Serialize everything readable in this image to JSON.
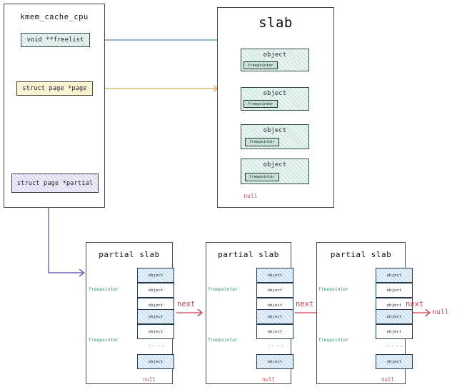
{
  "diagram": {
    "title_hidden": "SLUB allocator: kmem_cache_cpu, slab and partial slab lists",
    "colors": {
      "freelist_arrow": "#3f8fa0",
      "page_arrow": "#d8a94a",
      "partial_arrow": "#6b67b0",
      "next_arrow": "#c93c4c",
      "freepointer_arrow_1": "#4aa07a",
      "freepointer_arrow_2": "#a8b356",
      "null_text": "#c94a5a",
      "freepointer_text": "#2f8f62",
      "object_teal": "#d5eae4",
      "object_blue": "#cfe3f2",
      "object_white": "#fdfdfd",
      "field_freelist": "#d5eae4",
      "field_page": "#f7eec4",
      "field_partial": "#dedcf0",
      "frame_border": "#4a4a4a"
    }
  },
  "kmem_cache_cpu": {
    "title": "kmem_cache_cpu",
    "fields": [
      {
        "label": "void **freelist"
      },
      {
        "label": "struct page *page"
      },
      {
        "label": "struct page *partial"
      }
    ]
  },
  "slab": {
    "title": "slab",
    "objects": [
      {
        "label": "object",
        "freepointer": "freepointer"
      },
      {
        "label": "object",
        "freepointer": "freepointer"
      },
      {
        "label": "object",
        "freepointer": "freepointer"
      },
      {
        "label": "object",
        "freepointer": "freepointer"
      }
    ],
    "terminator": "null"
  },
  "partial_slabs": [
    {
      "title": "partial slab",
      "freepointer_labels": [
        "freepointer",
        "freepointer"
      ],
      "objects": [
        {
          "label": "object",
          "state": "free"
        },
        {
          "label": "object",
          "state": "used"
        },
        {
          "label": "object",
          "state": "used"
        },
        {
          "label": "object",
          "state": "free"
        },
        {
          "label": "object",
          "state": "used"
        }
      ],
      "ellipsis": "....",
      "tail_object": {
        "label": "object",
        "state": "free"
      },
      "terminator": "null",
      "next_label": "next"
    },
    {
      "title": "partial slab",
      "freepointer_labels": [
        "freepointer",
        "freepointer"
      ],
      "objects": [
        {
          "label": "object",
          "state": "free"
        },
        {
          "label": "object",
          "state": "used"
        },
        {
          "label": "object",
          "state": "used"
        },
        {
          "label": "object",
          "state": "free"
        },
        {
          "label": "object",
          "state": "used"
        }
      ],
      "ellipsis": "....",
      "tail_object": {
        "label": "object",
        "state": "free"
      },
      "terminator": "null",
      "next_label": "next"
    },
    {
      "title": "partial slab",
      "freepointer_labels": [
        "freepointer",
        "freepointer"
      ],
      "objects": [
        {
          "label": "object",
          "state": "free"
        },
        {
          "label": "object",
          "state": "used"
        },
        {
          "label": "object",
          "state": "used"
        },
        {
          "label": "object",
          "state": "free"
        },
        {
          "label": "object",
          "state": "used"
        }
      ],
      "ellipsis": "....",
      "tail_object": {
        "label": "object",
        "state": "free"
      },
      "terminator": "null",
      "next_label": "next"
    }
  ],
  "list_end": {
    "label": "null"
  }
}
